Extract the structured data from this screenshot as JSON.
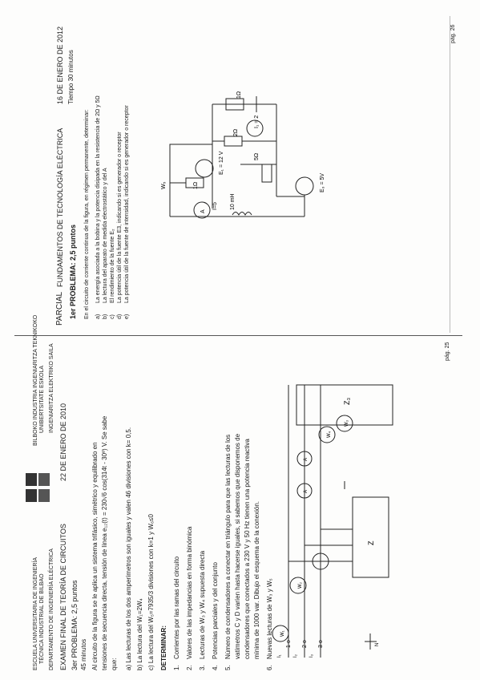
{
  "top_exam": {
    "course_prefix": "PARCIAL",
    "course_title": "FUNDAMENTOS DE TECNOLOGÍA ELÉCTRICA",
    "date": "16 DE ENERO DE 2012",
    "time": "Tiempo 30 minutos",
    "problem_title": "1er PROBLEMA: 2,5 puntos",
    "intro": "En el circuito de corriente continua de la figura, en régimen permanente, determinar:",
    "questions": [
      {
        "label": "a)",
        "text": "La energía asociada a la bobina y la potencia disipada en la resistencia de 2Ω y 5Ω"
      },
      {
        "label": "b)",
        "text": "La lectura del aparato de medida electrostático y del A"
      },
      {
        "label": "c)",
        "text": "El rendimiento de la fuente E₂"
      },
      {
        "label": "d)",
        "text": "La potencia útil de la fuente E3, indicando si es generador o receptor"
      },
      {
        "label": "e)",
        "text": "La potencia útil de la fuente de intensidad, indicando si es generador o receptor"
      }
    ],
    "page_number": "pág. 26",
    "circuit_labels": {
      "r1": "1Ω",
      "r2": "2Ω",
      "r5": "5Ω",
      "r3": "1Ω",
      "e1": "E₁ = 12 V",
      "is": "I₁ = 2",
      "e3": "E₃ = 5V",
      "l": "10 mH",
      "a": "A",
      "ws": "W₅",
      "ammeter_val": "I=5"
    }
  },
  "bottom_exam": {
    "school_line1": "ESCUELA UNIVERSITARIA DE INGENIERÍA",
    "school_line2": "TÉCNICA INDUSTRIAL DE BILBAO",
    "department": "DEPARTAMENTO DE INGENIERÍA ELÉCTRICA",
    "right_header1": "BILBOKO INDUSTRIA INGENIARITZA TEKNIKOKO",
    "right_header2": "UNIBERTSITATE ESKOLA",
    "right_header3": "INGENIARITZA ELEKTRIKO SAILA",
    "exam_title": "EXAMEN FINAL DE TEORÍA DE CIRCUITOS",
    "date": "22 DE ENERO DE 2010",
    "problem_title": "3er PROBLEMA: 2,5 puntos",
    "duration": "45 minutos",
    "intro_lines": [
      "Al circuito de la figura se le aplica un sistema trifásico, simétrico y equilibrado en",
      "tensiones de secuencia directa, tensión de línea e₁₂(t) = 230√6 cos(314t - 30º) V. Se sabe",
      "que:"
    ],
    "known": [
      "a) Las lecturas de los dos amperímetros son iguales y valen 46 divisiones con k= 0,5.",
      "b) La lectura del W₁=2W₄",
      "c) La lectura del W₅=7935/3 divisiones con k=1 y W₆≤0"
    ],
    "determine_title": "DETERMINAR:",
    "determine": [
      {
        "n": "1.",
        "text": "Corrientes por las ramas del circuito"
      },
      {
        "n": "2.",
        "text": "Valores de las impedancias en forma binómica"
      },
      {
        "n": "3.",
        "text": "Lecturas de W₃ y W₄ supuesta directa"
      },
      {
        "n": "4.",
        "text": "Potencias parciales y del conjunto"
      },
      {
        "n": "5.",
        "text": "Número de condensadores a conectar en triángulo para que las lecturas de los"
      },
      {
        "n": "",
        "text": "vatímetros C y D varíen hasta hacerse iguales, si sabemos que disponemos de"
      },
      {
        "n": "",
        "text": "condensadores que conectados a 230 V y 50 Hz tienen una potencia reactiva"
      },
      {
        "n": "",
        "text": "mínima de 1000 var. Dibujo el esquema de la conexión."
      },
      {
        "n": "6.",
        "text": "Nuevas lecturas de W₃ y W₅"
      }
    ],
    "page_number": "pág. 25",
    "circuit_labels": {
      "line1": "1 o",
      "line2": "2 o",
      "line3": "3 o",
      "i1": "I₁",
      "i2": "I₂",
      "i3": "I₃",
      "w1": "W₁",
      "w2": "W₂",
      "w3": "W₃",
      "w4": "W₄",
      "a": "A",
      "z": "Z",
      "zl": "Z",
      "z3": "Z₃",
      "n": "N"
    }
  }
}
